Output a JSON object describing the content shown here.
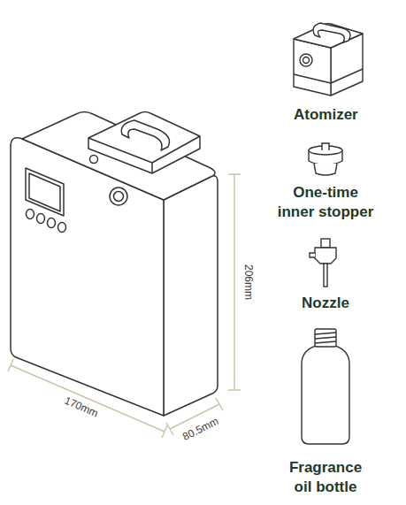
{
  "diagram": {
    "labels": [
      "Atomizer",
      "One-time inner stopper",
      "Nozzle",
      "Fragrance oil bottle",
      "206mm",
      "170mm",
      "80.5mm"
    ]
  }
}
